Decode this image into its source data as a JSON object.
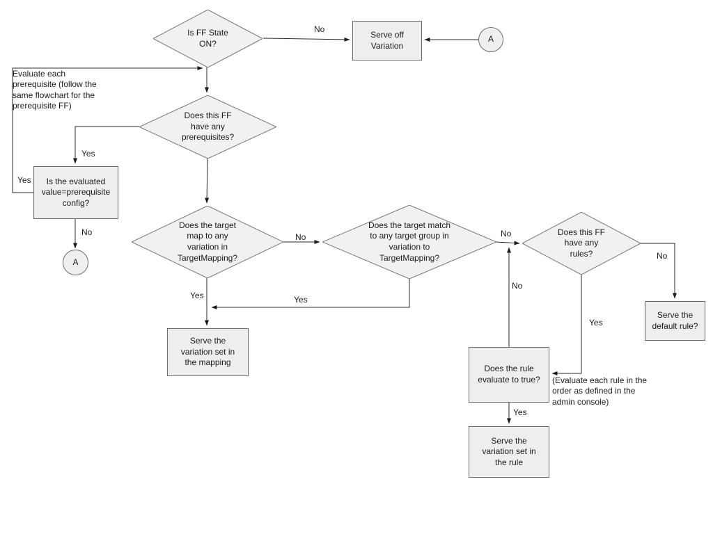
{
  "colors": {
    "node_fill": "#f1f1f1",
    "node_border": "#777777",
    "line": "#2a2a2a",
    "text": "#1b1b1b",
    "background": "#ffffff"
  },
  "nodes": {
    "is_ff_state_on": {
      "type": "decision",
      "label": "Is FF State ON?"
    },
    "serve_off_variation": {
      "type": "process",
      "label": "Serve off Variation"
    },
    "connector_a_top": {
      "type": "connector",
      "label": "A"
    },
    "has_prerequisites": {
      "type": "decision",
      "label": "Does this FF have any prerequisites?"
    },
    "evaluated_value_matches": {
      "type": "process",
      "label": "Is the evaluated value=prerequisite config?"
    },
    "connector_a_left": {
      "type": "connector",
      "label": "A"
    },
    "target_maps_variation": {
      "type": "decision",
      "label": "Does the target map to any variation in TargetMapping?"
    },
    "target_matches_group": {
      "type": "decision",
      "label": "Does the target match to any target group in variation to TargetMapping?"
    },
    "has_rules": {
      "type": "decision",
      "label": "Does this FF have any rules?"
    },
    "serve_variation_mapping": {
      "type": "process",
      "label": "Serve the variation set in the mapping"
    },
    "rule_evaluates_true": {
      "type": "process",
      "label": "Does the rule evaluate to true?"
    },
    "serve_variation_rule": {
      "type": "process",
      "label": "Serve the variation set in the rule"
    },
    "serve_default_rule": {
      "type": "process",
      "label": "Serve the default rule?"
    }
  },
  "edge_labels": {
    "no_serve_off": "No",
    "yes_into_prereq_check": "Yes",
    "yes_prereq_loop": "Yes",
    "no_prereq_to_a": "No",
    "no_map_to_group": "No",
    "yes_serve_mapping": "Yes",
    "yes_group_to_mapping": "Yes",
    "no_group_to_rules": "No",
    "no_rule_loop": "No",
    "no_rules_default": "No",
    "yes_rules_evaluate": "Yes",
    "yes_serve_rule": "Yes"
  },
  "annotations": {
    "prerequisite_note": "Evaluate each prerequisite (follow the same flowchart for the prerequisite FF)",
    "rule_order_note": "(Evaluate each rule in the order as defined in the admin console)"
  }
}
